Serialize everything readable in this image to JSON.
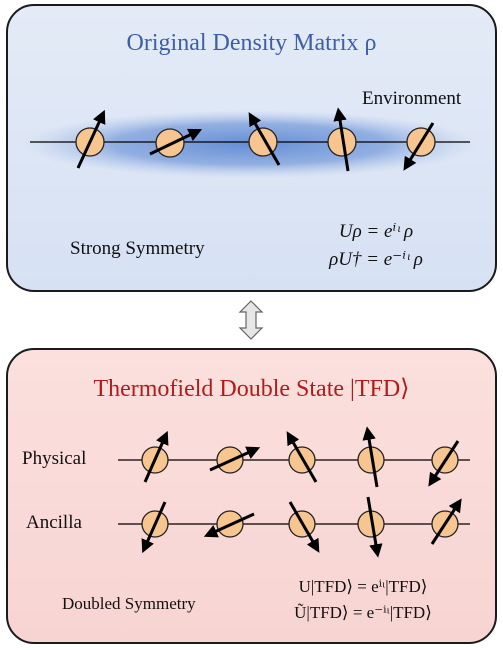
{
  "top_panel": {
    "title": "Original Density Matrix ρ",
    "environment_label": "Environment",
    "symmetry_label": "Strong Symmetry",
    "equation_1": "Uρ = eⁱᶥ ρ",
    "equation_2": "ρU† = e⁻ⁱᶥ ρ"
  },
  "bottom_panel": {
    "title": "Thermofield Double State |TFD⟩",
    "physical_label": "Physical",
    "ancilla_label": "Ancilla",
    "symmetry_label": "Doubled Symmetry",
    "equation_1": "U|TFD⟩ = eⁱᶥ|TFD⟩",
    "equation_2": "Ũ|TFD⟩ = e⁻ⁱᶥ|TFD⟩"
  },
  "colors": {
    "spin_fill": "#f7c58f",
    "top_title": "#3d5ea8",
    "bottom_title": "#b31b1b",
    "environment_glow": "#4f7fd0"
  },
  "icons": [
    "spin-icon",
    "double-arrow-icon"
  ]
}
